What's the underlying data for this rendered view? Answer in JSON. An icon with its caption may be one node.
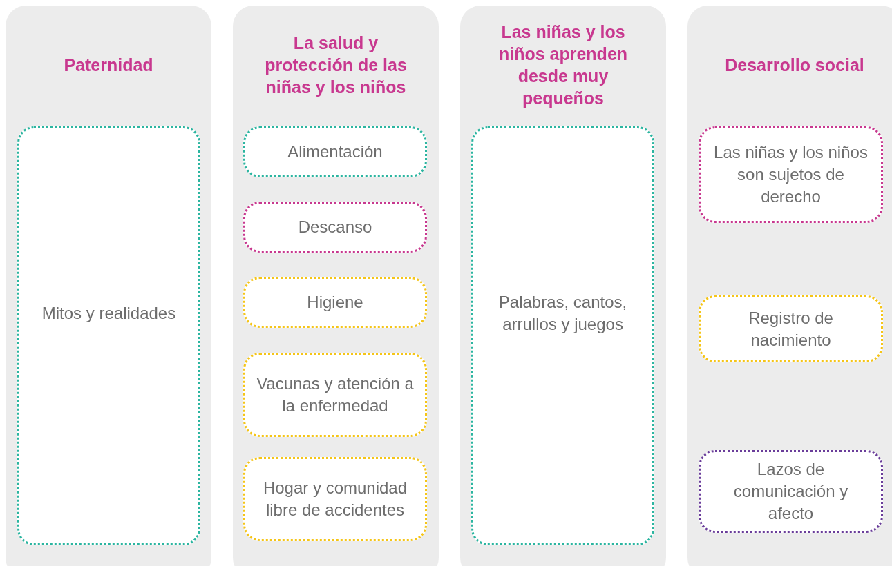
{
  "diagram": {
    "nodes": [
      {
        "text": [
          "Paternidad"
        ]
      },
      {
        "text": [
          "Mitos y realidades"
        ],
        "in": 0
      },
      {
        "text": [
          "La salud y protección de las niñas y los niños"
        ]
      },
      {
        "text": [
          "Alimentación"
        ],
        "in": 2
      },
      {
        "text": [
          "Descanso"
        ],
        "in": 2
      },
      {
        "text": [
          "Higiene"
        ],
        "in": 2
      },
      {
        "text": [
          "Vacunas y atención a la enfermedad"
        ],
        "in": 2
      },
      {
        "text": [
          "Hogar y comunidad libre de accidentes"
        ],
        "in": 2
      },
      {
        "text": [
          "Las niñas y los niños aprenden desde muy pequeños"
        ]
      },
      {
        "text": [
          "Palabras, cantos, arrullos y juegos"
        ],
        "in": 8
      },
      {
        "text": [
          "Desarrollo social"
        ]
      },
      {
        "text": [
          "Las niñas y los niños son sujetos de derecho"
        ],
        "in": 10
      },
      {
        "text": [
          "Registro de nacimiento"
        ],
        "in": 10
      },
      {
        "text": [
          "Lazos de comunicación y afecto"
        ],
        "in": 10
      }
    ]
  }
}
